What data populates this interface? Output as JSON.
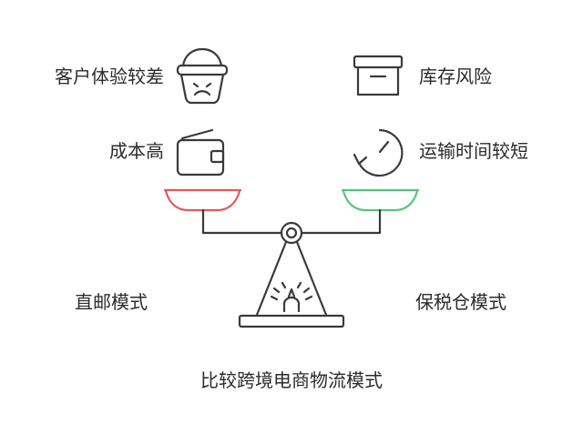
{
  "diagram": {
    "title": "比较跨境电商物流模式",
    "left_side": {
      "mode": "直邮模式",
      "drawbacks": [
        "客户体验较差",
        "成本高"
      ]
    },
    "right_side": {
      "mode": "保税仓模式",
      "drawbacks": [
        "库存风险",
        "运输时间较短"
      ]
    },
    "icons": {
      "left_top": "sad-basket-icon",
      "left_bottom": "wallet-icon",
      "right_top": "archive-box-icon",
      "right_bottom": "clock-icon"
    },
    "colors": {
      "left_pan": "#e05a5a",
      "right_pan": "#57c27a",
      "stroke": "#3a3a3a"
    }
  }
}
